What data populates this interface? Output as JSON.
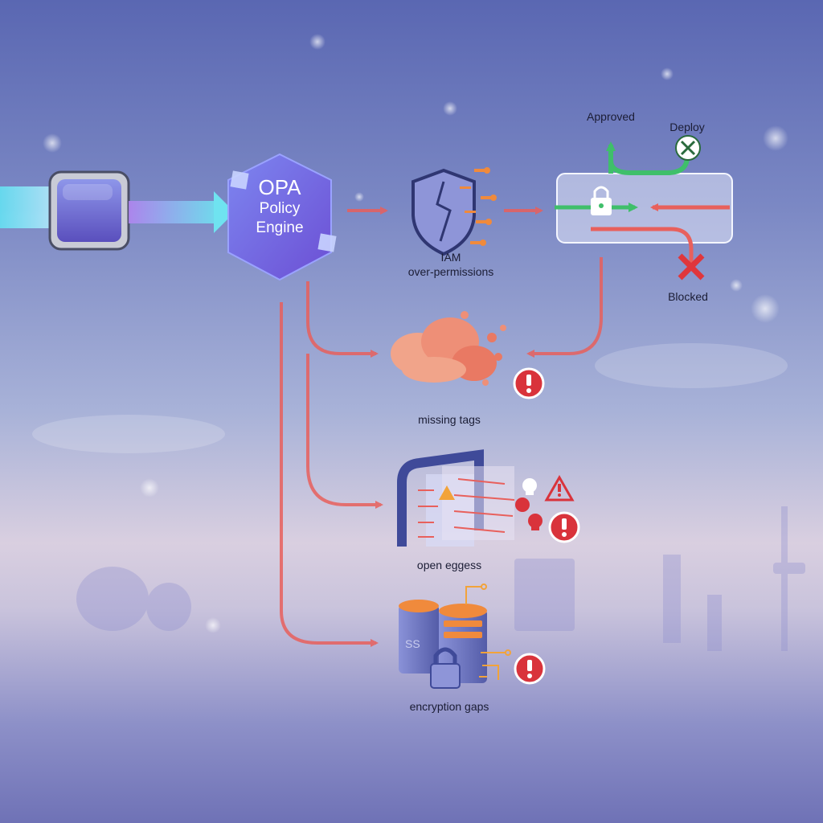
{
  "engine": {
    "title": "OPA",
    "subtitle_line1": "Policy",
    "subtitle_line2": "Engine"
  },
  "checks": [
    {
      "label_line1": "IAM",
      "label_line2": "over-permissions"
    },
    {
      "label": "missing tags"
    },
    {
      "label": "open eggess"
    },
    {
      "label": "encryption gaps"
    }
  ],
  "gate": {
    "approved_label": "Approved",
    "deploy_label": "Deploy",
    "blocked_label": "Blocked"
  },
  "storage_text": "SS",
  "colors": {
    "flow": "#e8605c",
    "approve": "#3fbf6a",
    "input": "#7ee6f2",
    "engine": "#7a6fe0",
    "alert": "#d9333b"
  },
  "icons": [
    "pipeline-source-icon",
    "shield-icon",
    "key-icon",
    "lock-icon",
    "cloud-icon",
    "gate-icon",
    "skull-icon",
    "warning-icon",
    "server-icon",
    "alert-icon",
    "deploy-x-icon"
  ]
}
